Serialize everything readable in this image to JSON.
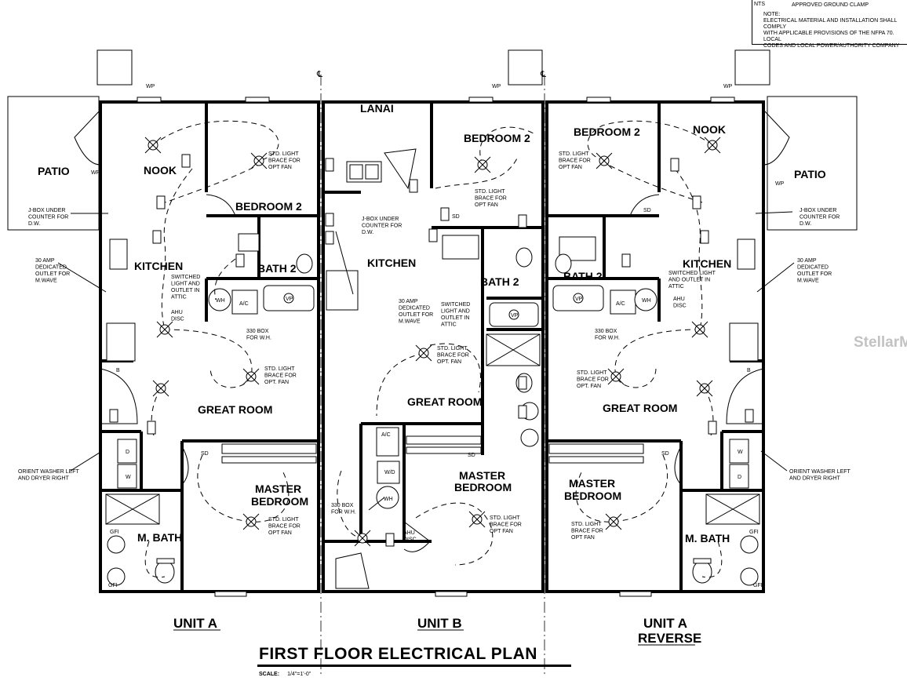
{
  "drawing_title": "FIRST FLOOR ELECTRICAL PLAN",
  "scale_label": "SCALE:",
  "scale_value": "1/4\"=1'-0\"",
  "watermark": "StellarMLS",
  "legend_note": {
    "nts": "NTS",
    "clamp": "APPROVED GROUND CLAMP",
    "label": "NOTE:",
    "text": "ELECTRICAL MATERIAL AND INSTALLATION SHALL COMPLY\nWITH APPLICABLE PROVISIONS OF THE NFPA 70.  LOCAL\nCODES AND LOCAL POWER/AUTHORITY COMPANY"
  },
  "units": {
    "a": "UNIT A",
    "b": "UNIT B",
    "c1": "UNIT A",
    "c2": "REVERSE"
  },
  "rooms": {
    "a": {
      "patio": "PATIO",
      "nook": "NOOK",
      "bedroom2": "BEDROOM 2",
      "kitchen": "KITCHEN",
      "bath2": "BATH 2",
      "great_room": "GREAT ROOM",
      "master1": "MASTER",
      "master2": "BEDROOM",
      "mbath": "M. BATH"
    },
    "b": {
      "lanai": "LANAI",
      "bedroom2": "BEDROOM 2",
      "kitchen": "KITCHEN",
      "bath2": "BATH 2",
      "great_room": "GREAT ROOM",
      "master1": "MASTER",
      "master2": "BEDROOM"
    },
    "c": {
      "bedroom2": "BEDROOM 2",
      "nook": "NOOK",
      "patio": "PATIO",
      "kitchen": "KITCHEN",
      "bath2": "BATH 2",
      "great_room": "GREAT ROOM",
      "master1": "MASTER",
      "master2": "BEDROOM",
      "mbath": "M. BATH"
    }
  },
  "notes": {
    "std_light": [
      "STD. LIGHT",
      "BRACE FOR",
      "OPT FAN"
    ],
    "std_light_dot": [
      "STD. LIGHT",
      "BRACE FOR",
      "OPT. FAN"
    ],
    "jbox": [
      "J-BOX UNDER",
      "COUNTER FOR",
      "D.W."
    ],
    "amp30": [
      "30 AMP",
      "DEDICATED",
      "OUTLET FOR",
      "M.WAVE"
    ],
    "switched": [
      "SWITCHED",
      "LIGHT AND",
      "OUTLET IN",
      "ATTIC"
    ],
    "switched_b": [
      "SWITCHED",
      "LIGHT AND",
      "OUTLET IN",
      "ATTIC"
    ],
    "ahu": [
      "AHU",
      "DISC"
    ],
    "box330": [
      "330 BOX",
      "FOR W.H."
    ],
    "washer": [
      "ORIENT WASHER LEFT",
      "AND DRYER RIGHT"
    ],
    "switched_c": "SWITCHED LIGHT",
    "outlet_in_c": "AND OUTLET IN",
    "attic_c": "ATTIC"
  },
  "symbols": {
    "wh": "WH",
    "ac": "A/C",
    "wd": "W/D",
    "d": "D",
    "w": "W",
    "sd": "SD",
    "gfi": "GFI",
    "wp": "WP",
    "b": "B",
    "vp": "VP",
    "cl": "℄"
  }
}
